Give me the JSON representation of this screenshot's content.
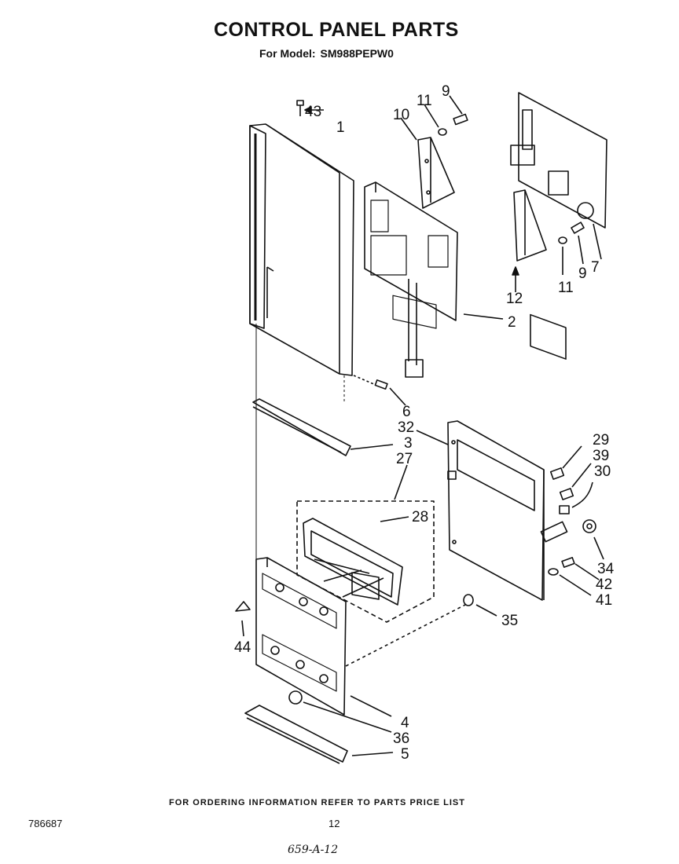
{
  "header": {
    "title": "CONTROL PANEL PARTS",
    "model_prefix": "For Model:",
    "model": "SM988PEPW0"
  },
  "callouts": {
    "c43": "43",
    "c1": "1",
    "c10": "10",
    "c11a": "11",
    "c9a": "9",
    "c2": "2",
    "c12": "12",
    "c11b": "11",
    "c9b": "9",
    "c7": "7",
    "c6": "6",
    "c32": "32",
    "c3": "3",
    "c27": "27",
    "c28": "28",
    "c29": "29",
    "c39": "39",
    "c30": "30",
    "c34": "34",
    "c42": "42",
    "c41": "41",
    "c35": "35",
    "c44": "44",
    "c4": "4",
    "c36": "36",
    "c5": "5"
  },
  "footer": {
    "ordering_note": "FOR ORDERING INFORMATION REFER TO PARTS PRICE LIST",
    "doc_number": "786687",
    "page_number": "12",
    "handwritten_code": "659-A-12"
  }
}
